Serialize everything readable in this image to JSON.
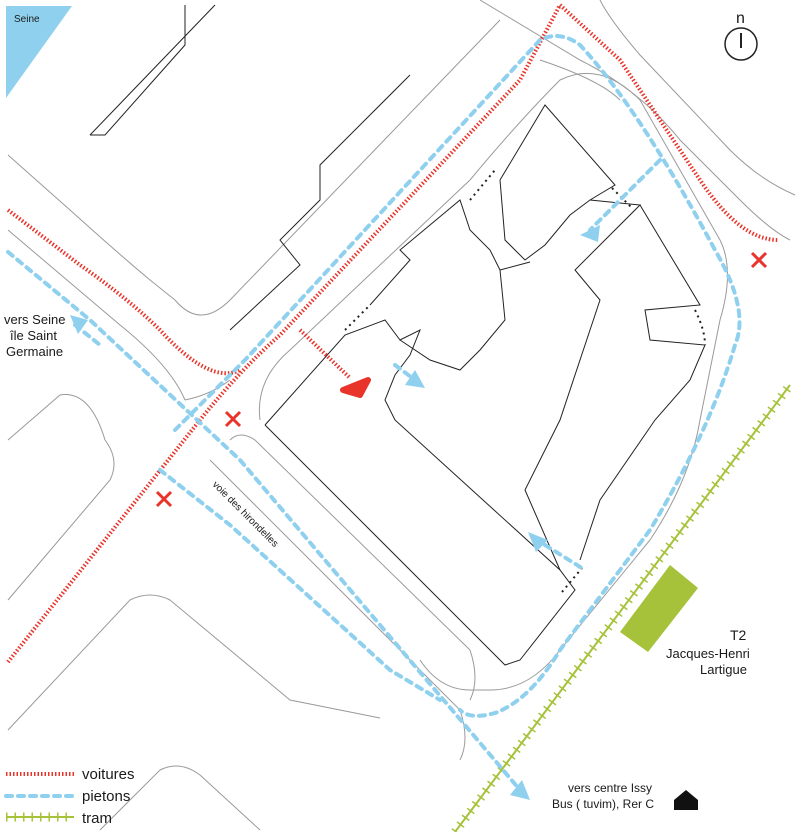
{
  "title_elements": {
    "north": "n"
  },
  "labels": {
    "seine": "Seine",
    "vers_seine_1": "vers Seine",
    "vers_seine_2": "île Saint",
    "vers_seine_3": "Germaine",
    "voie": "voie des hirondelles",
    "t2_1": "T2",
    "t2_2": "Jacques-Henri",
    "t2_3": "Lartigue",
    "issy_1": "vers centre Issy",
    "issy_2": "Bus ( tuvim), Rer C"
  },
  "legend": {
    "voitures": "voitures",
    "pietons": "pietons",
    "tram": "tram"
  },
  "colors": {
    "car": "#e8342a",
    "pedestrian": "#8fd0ee",
    "tram": "#a6c23a",
    "tram_stop": "#a6c23a",
    "water": "#8fd0ee",
    "lines": "#222222",
    "curb": "#9a9a9a"
  }
}
